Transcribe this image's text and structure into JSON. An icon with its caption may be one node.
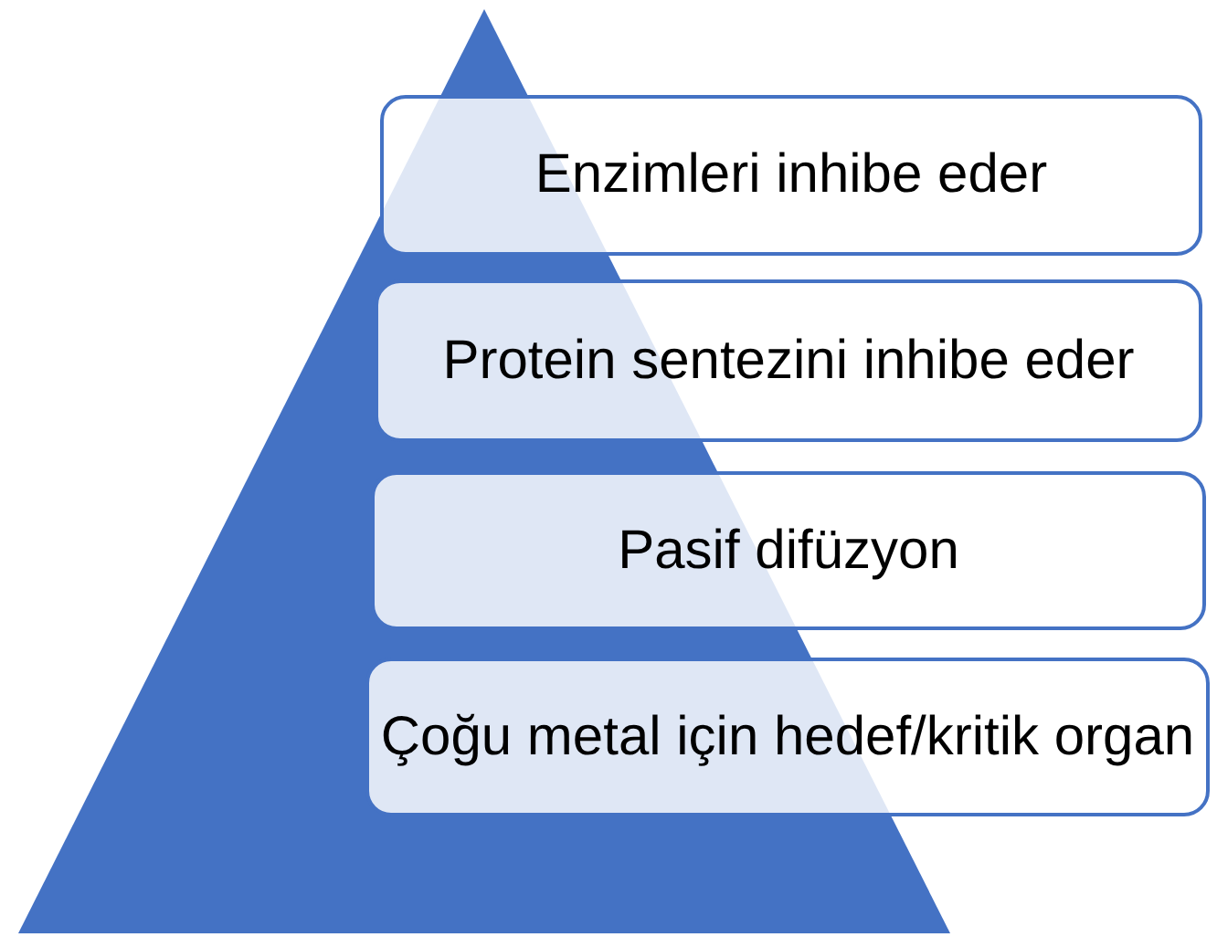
{
  "diagram": {
    "nodes": [
      {
        "text": [
          "Enzimleri inhibe eder"
        ]
      },
      {
        "text": [
          "Protein sentezini inhibe eder"
        ]
      },
      {
        "text": [
          "Pasif difüzyon"
        ]
      },
      {
        "text": [
          "Çoğu metal için hedef/kritik organ"
        ]
      }
    ]
  }
}
